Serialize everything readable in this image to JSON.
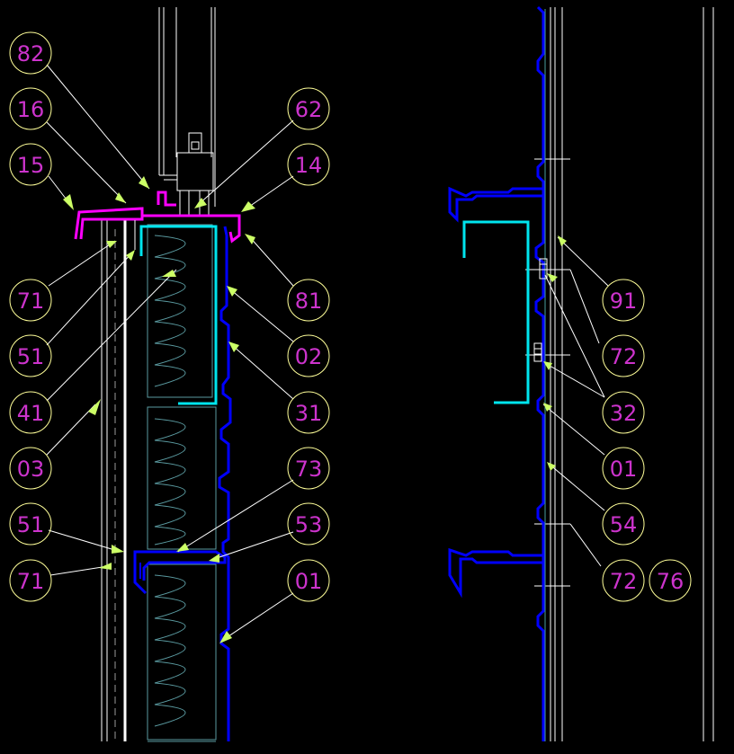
{
  "colors": {
    "background": "#000000",
    "white": "#ffffff",
    "grey": "#9a9a9a",
    "blue": "#0000ff",
    "cyan": "#00e5ee",
    "magenta": "#ff00ff",
    "callout_circle": "#ffff99",
    "callout_text": "#cc33cc",
    "leader": "#ffffff",
    "arrow": "#ccff66",
    "insulation": "#5a9aa0"
  },
  "callouts": {
    "c82": "82",
    "c16": "16",
    "c15": "15",
    "c62": "62",
    "c14": "14",
    "c71a": "71",
    "c81": "81",
    "c51a": "51",
    "c02": "02",
    "c41": "41",
    "c31": "31",
    "c03": "03",
    "c73": "73",
    "c51b": "51",
    "c53": "53",
    "c71b": "71",
    "c01a": "01",
    "c91": "91",
    "c72a": "72",
    "c32": "32",
    "c01b": "01",
    "c54": "54",
    "c72b": "72",
    "c76": "76"
  }
}
